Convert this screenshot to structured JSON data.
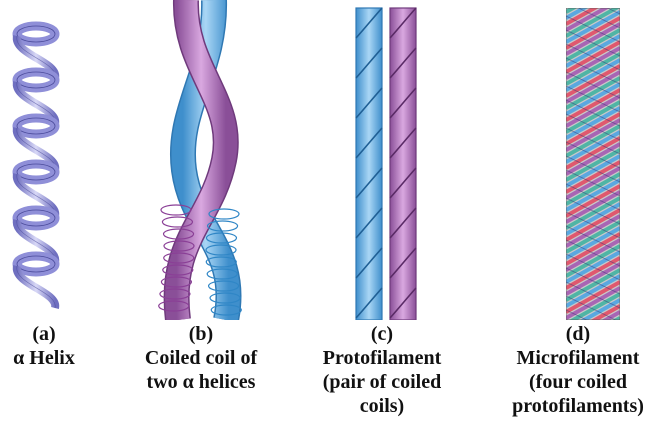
{
  "panels": [
    {
      "letter": "(a)",
      "lines": [
        "α Helix"
      ]
    },
    {
      "letter": "(b)",
      "lines": [
        "Coiled coil of",
        "two α helices"
      ]
    },
    {
      "letter": "(c)",
      "lines": [
        "Protofilament",
        "(pair of coiled",
        "coils)"
      ]
    },
    {
      "letter": "(d)",
      "lines": [
        "Microfilament",
        "(four coiled",
        "protofilaments)"
      ]
    }
  ],
  "colors": {
    "alpha_helix": "#8f8fd8",
    "helix_blue": "#5aa8e0",
    "helix_purple": "#a865b4",
    "micro_red": "#e0586e",
    "micro_green": "#4fb5a5"
  }
}
